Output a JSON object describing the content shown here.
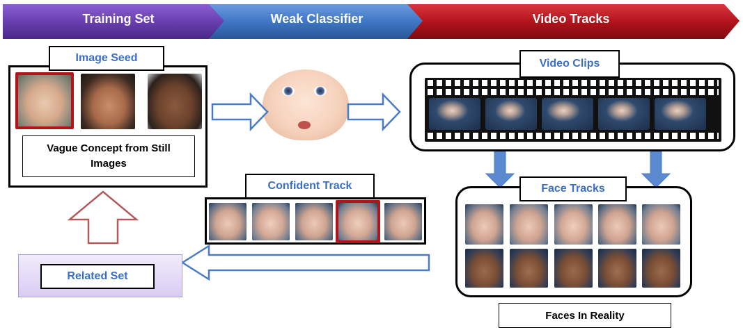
{
  "colors": {
    "banner_purple": "#6a3fb0",
    "banner_blue": "#3f77c4",
    "banner_red": "#b3141c",
    "label_blue": "#3a6fc4",
    "highlight_red": "#b3141c",
    "arrow_blue": "#4a7cc6",
    "arrow_red": "#b05a5a"
  },
  "banner": {
    "training_set": "Training Set",
    "weak_classifier": "Weak Classifier",
    "video_tracks": "Video Tracks"
  },
  "image_seed": {
    "title": "Image Seed",
    "description": "Vague Concept from Still Images"
  },
  "video_clips": {
    "title": "Video Clips"
  },
  "face_tracks": {
    "title": "Face Tracks"
  },
  "confident_track": {
    "title": "Confident Track"
  },
  "related_set": {
    "title": "Related Set"
  },
  "faces_in_reality": {
    "title": "Faces In Reality"
  },
  "icons": {
    "seed_faces": [
      "face-photo-icon",
      "face-photo-icon",
      "face-photo-icon"
    ],
    "classifier": "baby-face-icon",
    "film_strip": "film-strip-icon"
  }
}
